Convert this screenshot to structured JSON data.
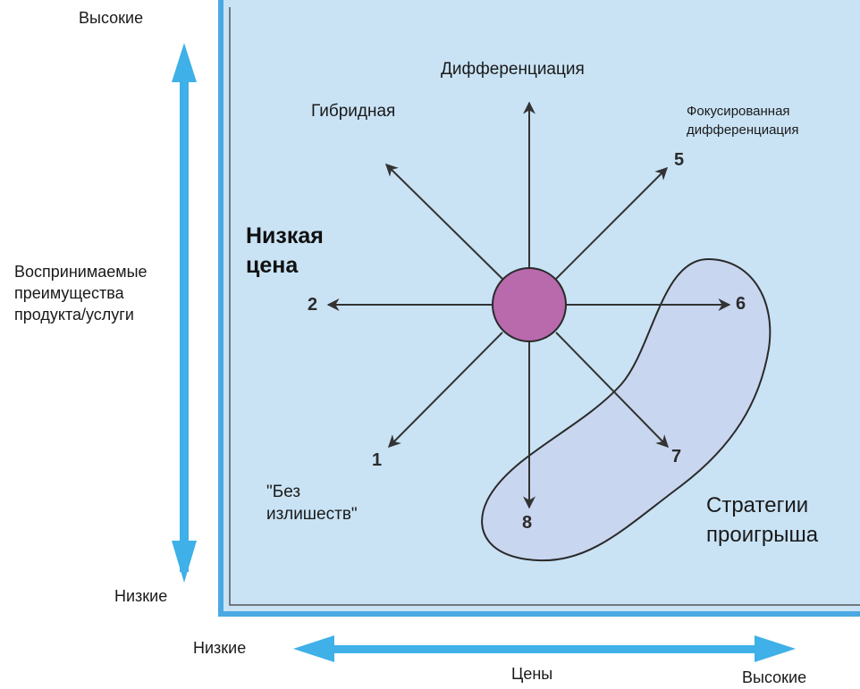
{
  "y_axis": {
    "top_label": "Высокие",
    "bottom_label": "Низкие",
    "title_lines": [
      "Воспринимаемые",
      "преимущества",
      "продукта/услуги"
    ]
  },
  "x_axis": {
    "left_label": "Низкие",
    "right_label": "Высокие",
    "title": "Цены"
  },
  "strategies": {
    "differentiation": "Дифференциация",
    "hybrid": "Гибридная",
    "focused_differentiation_lines": [
      "Фокусированная",
      "дифференциация"
    ],
    "low_price_lines": [
      "Низкая",
      "цена"
    ],
    "no_frills_lines": [
      "\"Без",
      "излишеств\""
    ],
    "failure_lines": [
      "Стратегии",
      "проигрыша"
    ]
  },
  "route_numbers": [
    "1",
    "2",
    "5",
    "6",
    "7",
    "8"
  ],
  "colors": {
    "panel_fill": "#c9e3f5",
    "panel_shadow": "#4aa9e3",
    "axis_arrow": "#3fb0e8",
    "center_circle": "#b86aad",
    "failure_zone": "#c8d6ef"
  }
}
